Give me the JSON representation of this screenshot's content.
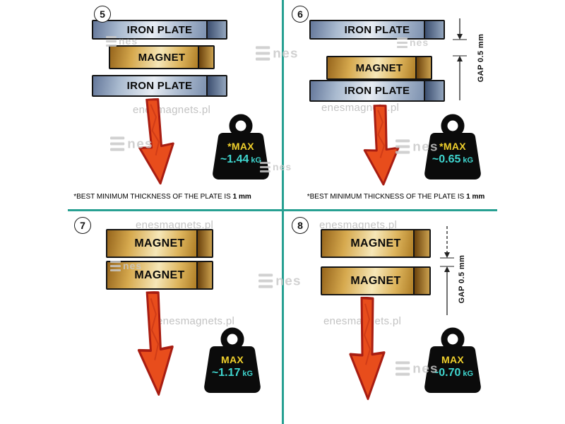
{
  "watermark": {
    "site": "enesmagnets.pl",
    "brand": "nes"
  },
  "colors": {
    "divider": "#27a092",
    "arrow_fill": "#e84d1c",
    "arrow_stroke": "#a81d12",
    "weight_label": "#f0d02c",
    "weight_value": "#3fd6cf",
    "iron_plate": "#a9bacf",
    "magnet_gold": "#d6a94e"
  },
  "panels": {
    "p5": {
      "number": "5",
      "top_plate": "IRON PLATE",
      "magnet": "MAGNET",
      "bottom_plate": "IRON PLATE",
      "weight_label": "*MAX",
      "weight_value": "~1.44",
      "weight_unit": "kG",
      "note_text": "*BEST MINIMUM THICKNESS OF THE PLATE IS",
      "note_bold": "1 mm"
    },
    "p6": {
      "number": "6",
      "top_plate": "IRON PLATE",
      "magnet": "MAGNET",
      "bottom_plate": "IRON PLATE",
      "gap_label": "GAP  0.5 mm",
      "weight_label": "*MAX",
      "weight_value": "~0.65",
      "weight_unit": "kG",
      "note_text": "*BEST MINIMUM THICKNESS OF THE PLATE IS",
      "note_bold": "1 mm"
    },
    "p7": {
      "number": "7",
      "magnet_top": "MAGNET",
      "magnet_bottom": "MAGNET",
      "weight_label": "MAX",
      "weight_value": "~1.17",
      "weight_unit": "kG"
    },
    "p8": {
      "number": "8",
      "magnet_top": "MAGNET",
      "magnet_bottom": "MAGNET",
      "gap_label": "GAP  0.5 mm",
      "weight_label": "MAX",
      "weight_value": "~0.70",
      "weight_unit": "kG"
    }
  }
}
